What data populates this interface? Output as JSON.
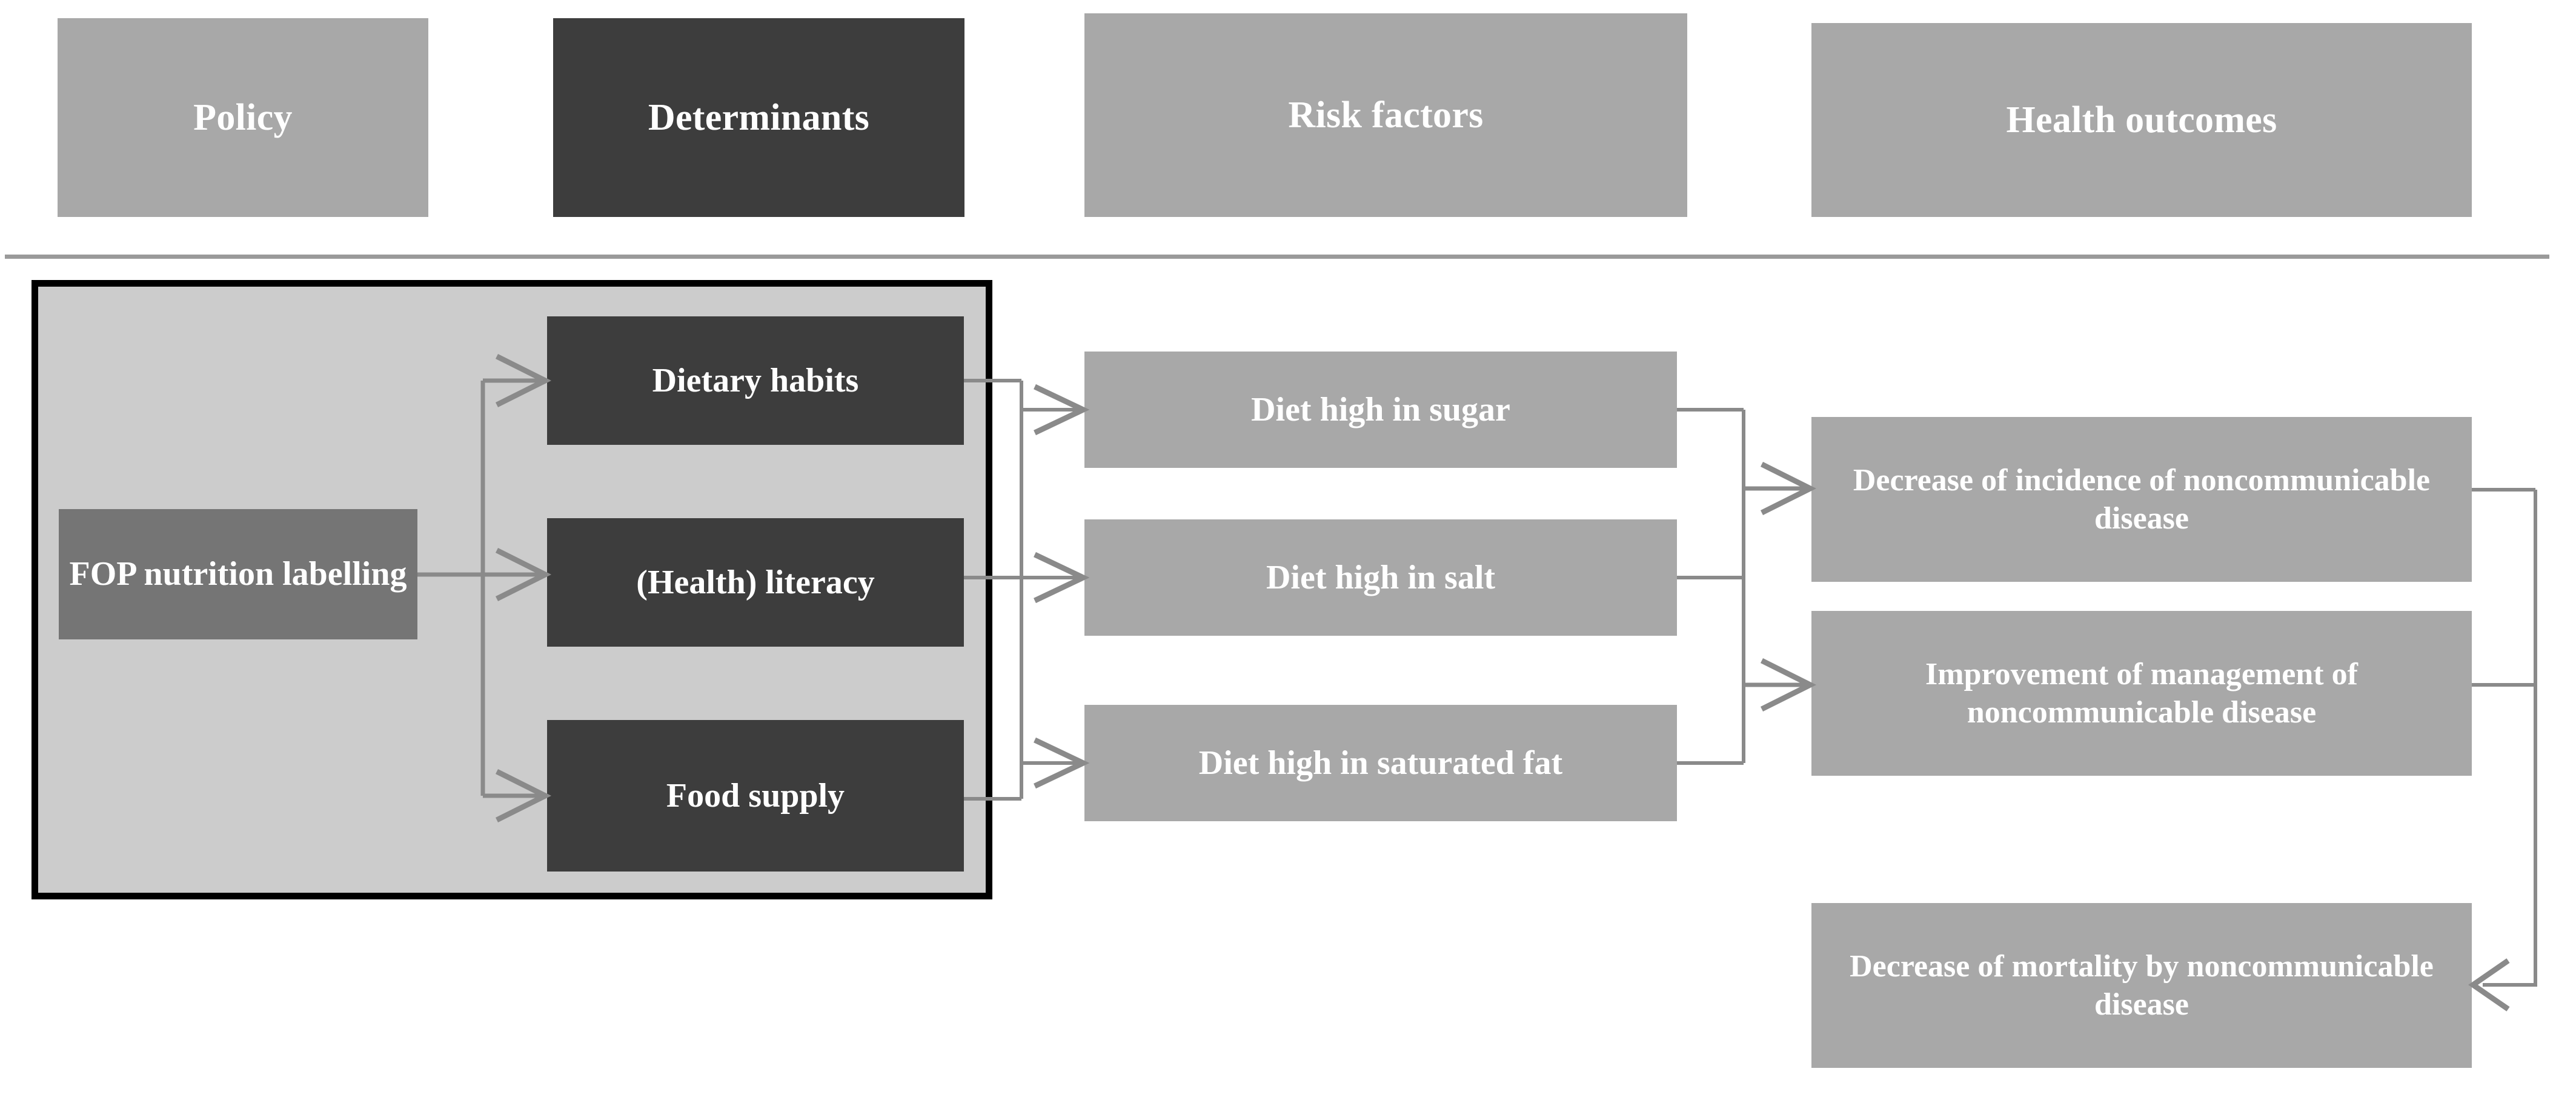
{
  "header": {
    "columns": [
      {
        "label": "Policy",
        "style": "light"
      },
      {
        "label": "Determinants",
        "style": "dark"
      },
      {
        "label": "Risk factors",
        "style": "light"
      },
      {
        "label": "Health outcomes",
        "style": "light"
      }
    ]
  },
  "policy": {
    "node": "FOP nutrition labelling"
  },
  "determinants": {
    "nodes": [
      "Dietary habits",
      "(Health) literacy",
      "Food supply"
    ]
  },
  "risk_factors": {
    "nodes": [
      "Diet high in sugar",
      "Diet high in salt",
      "Diet high in saturated fat"
    ]
  },
  "health_outcomes": {
    "nodes": [
      "Decrease of incidence of noncommunicable disease",
      "Improvement of management of noncommunicable disease",
      "Decrease of mortality by noncommunicable disease"
    ]
  },
  "colors": {
    "header_light": "#a8a8a8",
    "header_dark": "#3d3d3d",
    "determinant_box": "#3d3d3d",
    "policy_box": "#757575",
    "policy_container": "#cccccc",
    "risk_box": "#a8a8a8",
    "outcome_box": "#a8a8a8",
    "connector": "#8a8a8a",
    "container_border": "#000000",
    "divider": "#9a9a9a",
    "text": "#ffffff"
  }
}
